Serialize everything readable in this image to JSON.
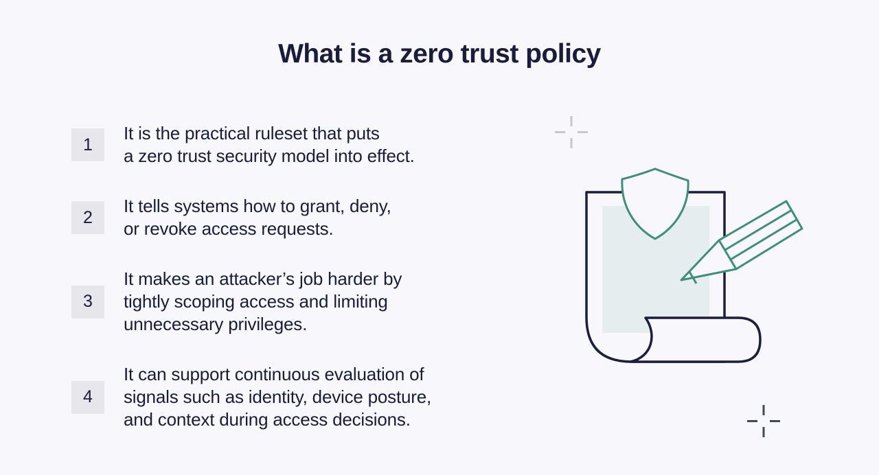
{
  "title": "What is a zero trust policy",
  "colors": {
    "background": "#f8f8fc",
    "text_navy": "#191c3a",
    "badge_bg": "#e6e6eb",
    "outline_navy": "#1b1e3e",
    "teal": "#3e8e7c",
    "paper_fill": "#e5edee",
    "crosshair_gray": "#c7c7cc",
    "crosshair_dark": "#42465e"
  },
  "items": [
    {
      "number": "1",
      "text": "It is the practical ruleset that puts\na zero trust security model into effect."
    },
    {
      "number": "2",
      "text": "It tells systems how to grant, deny,\nor revoke access requests."
    },
    {
      "number": "3",
      "text": "It makes an attacker’s job harder by\ntightly scoping access and limiting\nunnecessary privileges."
    },
    {
      "number": "4",
      "text": "It can support continuous evaluation of\nsignals such as identity, device posture,\nand context during access decisions."
    }
  ],
  "illustration": {
    "description": "Policy document scroll with shield and pencil",
    "icons": [
      "document-scroll-icon",
      "shield-icon",
      "pencil-icon",
      "crosshair-icon"
    ]
  }
}
